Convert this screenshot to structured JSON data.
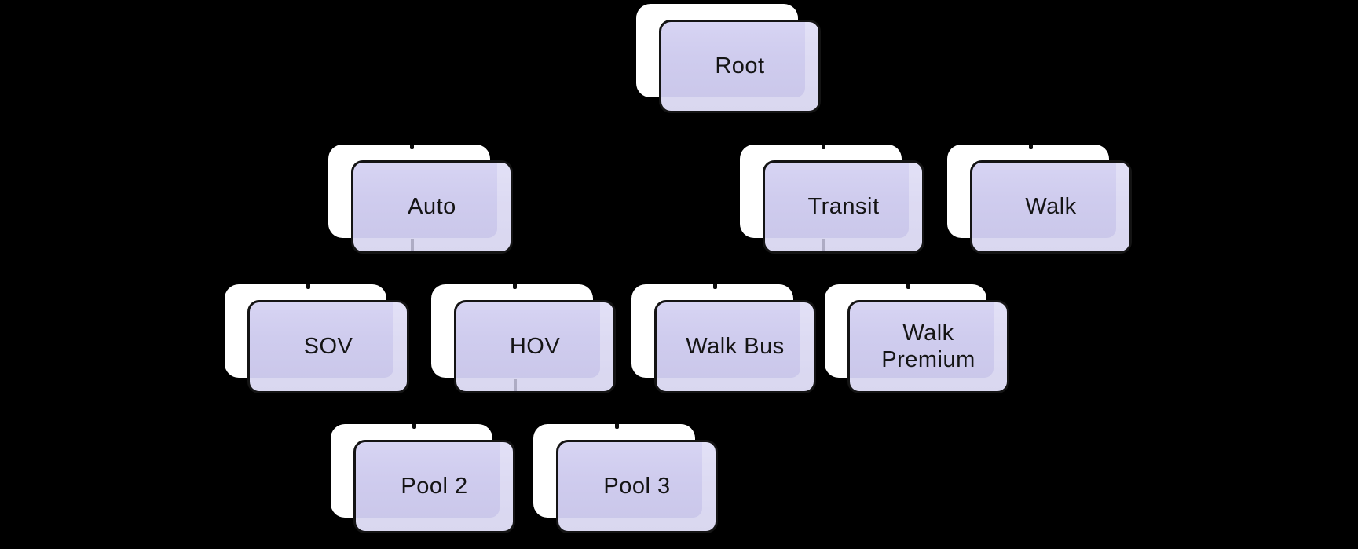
{
  "diagram": {
    "type": "hierarchy-tree",
    "colors": {
      "background": "#000000",
      "node_fill": "#cdcaec",
      "node_fill_top": "#d7d4f3",
      "node_border": "#141414",
      "shadow_card": "#ffffff",
      "label_text": "#141414",
      "connector_stub_on_node": "#a8a5c0",
      "connector_tick": "#0b0b0b"
    },
    "nodes": [
      {
        "label": "Root",
        "parent": null
      },
      {
        "label": "Auto",
        "parent": "Root"
      },
      {
        "label": "Transit",
        "parent": "Root"
      },
      {
        "label": "Walk",
        "parent": "Root"
      },
      {
        "label": "SOV",
        "parent": "Auto"
      },
      {
        "label": "HOV",
        "parent": "Auto"
      },
      {
        "label": "Walk Bus",
        "parent": "Transit"
      },
      {
        "label": "Walk Premium",
        "parent": "Transit"
      },
      {
        "label": "Pool 2",
        "parent": "HOV"
      },
      {
        "label": "Pool 3",
        "parent": "HOV"
      }
    ]
  }
}
